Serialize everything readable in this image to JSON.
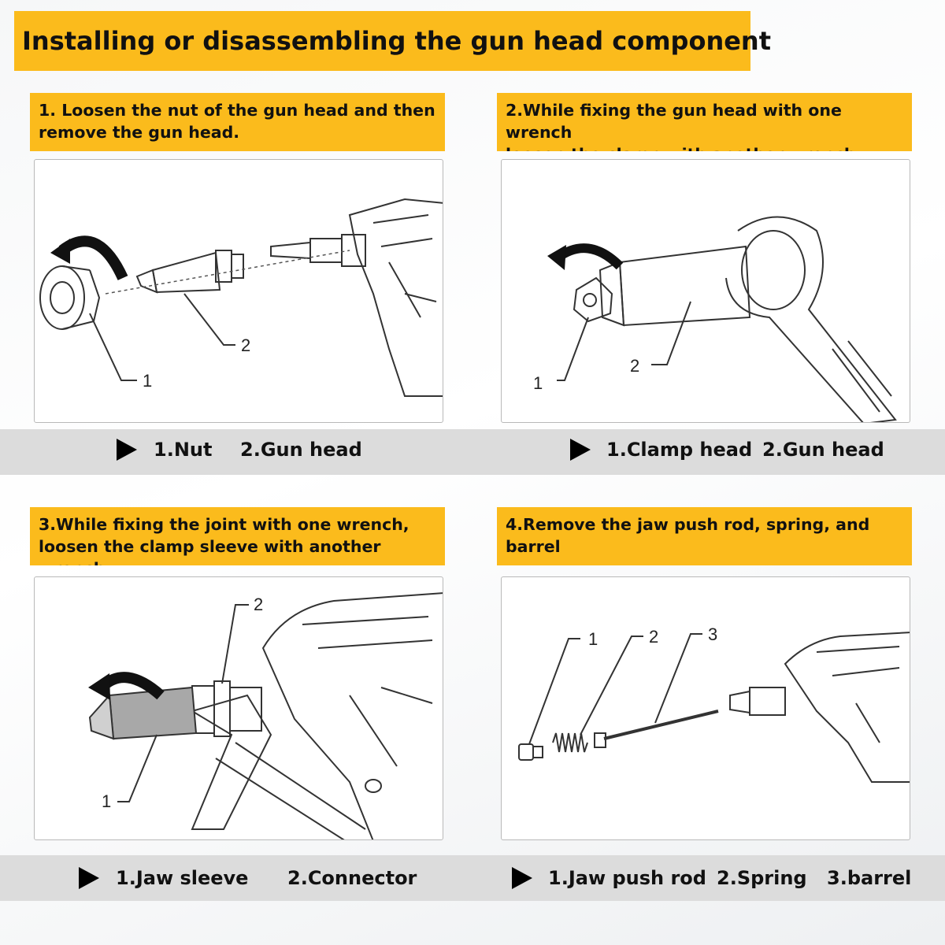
{
  "title": "Installing or disassembling the gun head component",
  "steps": [
    {
      "title": "1. Loosen the nut of the gun head and then\nremove the gun head.",
      "callouts": [
        "1",
        "2"
      ],
      "legend": [
        "1.Nut",
        "2.Gun head"
      ]
    },
    {
      "title": "2.While fixing the gun head with one wrench\nloosen the clamp with another wrench.",
      "callouts": [
        "1",
        "2"
      ],
      "legend": [
        "1.Clamp head",
        "2.Gun head"
      ]
    },
    {
      "title": "3.While fixing the joint with one wrench,\nloosen the clamp sleeve with another wrench.",
      "callouts": [
        "1",
        "2"
      ],
      "legend": [
        "1.Jaw sleeve",
        "2.Connector"
      ]
    },
    {
      "title": "4.Remove the jaw push rod, spring, and\nbarrel",
      "callouts": [
        "1",
        "2",
        "3"
      ],
      "legend": [
        "1.Jaw push rod",
        "2.Spring",
        "3.barrel"
      ]
    }
  ],
  "icons": {
    "legend_marker": "play-triangle-icon",
    "rotation": "rotate-arrow-icon"
  },
  "colors": {
    "banner": "#fbbb1c",
    "legend_band": "#dcdcdc",
    "panel_border": "#b9b9b9"
  }
}
